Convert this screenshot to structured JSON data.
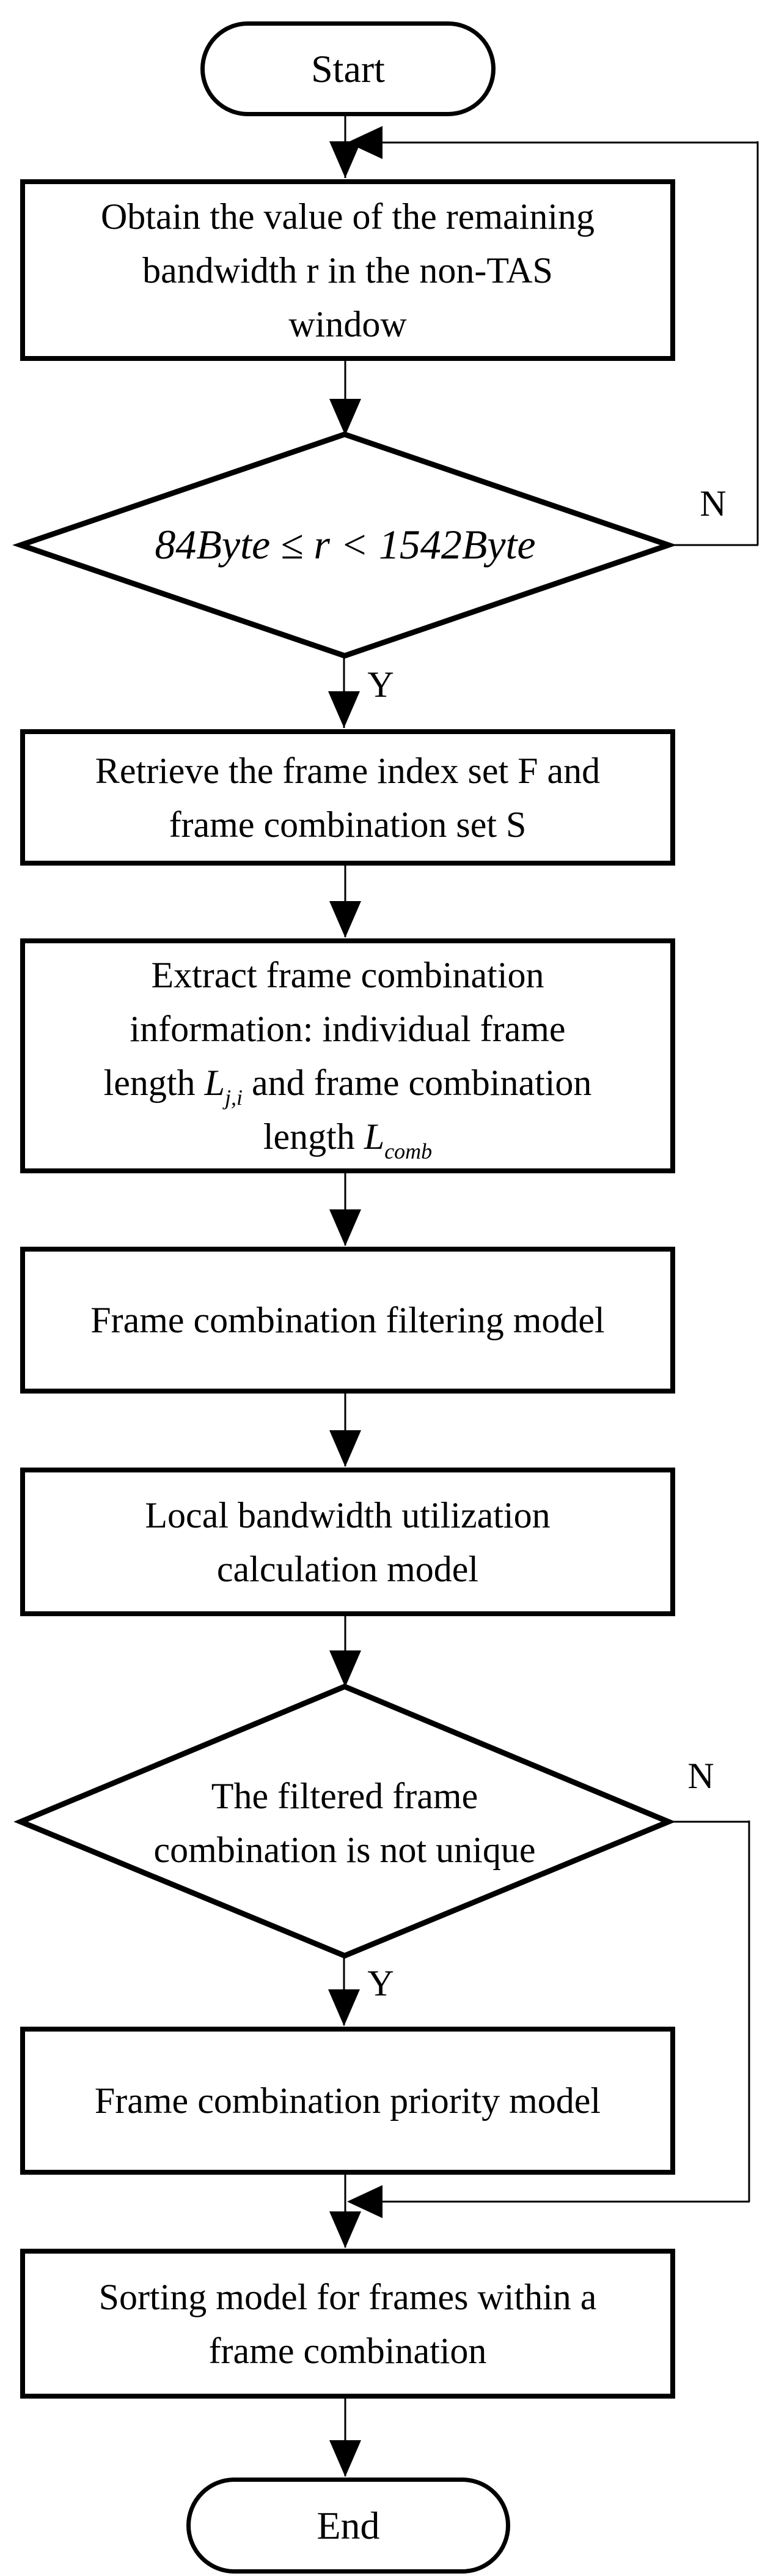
{
  "colors": {
    "line": "#000000",
    "background": "#ffffff"
  },
  "flowchart": {
    "start_label": "Start",
    "end_label": "End",
    "process_obtain": {
      "line1": "Obtain the value of the remaining",
      "line2": "bandwidth r in the non-TAS",
      "line3": "window"
    },
    "decision_bandwidth": {
      "expression": "84Byte ≤ r < 1542Byte",
      "no_label": "N",
      "yes_label": "Y"
    },
    "process_retrieve": {
      "line1": "Retrieve the frame index set F and",
      "line2": "frame combination set S"
    },
    "process_extract": {
      "line1": "Extract frame combination",
      "line2": "information: individual frame",
      "line3_pre": "length ",
      "line3_var": "L",
      "line3_sub": "j,i",
      "line3_post": " and frame combination",
      "line4_pre": "length ",
      "line4_var": "L",
      "line4_sub": "comb"
    },
    "process_filtering": {
      "label": "Frame combination filtering model"
    },
    "process_local": {
      "line1": "Local bandwidth utilization",
      "line2": "calculation model"
    },
    "decision_unique": {
      "line1": "The filtered frame",
      "line2": "combination is not unique",
      "no_label": "N",
      "yes_label": "Y"
    },
    "process_priority": {
      "label": "Frame combination priority model"
    },
    "process_sorting": {
      "line1": "Sorting model for frames within a",
      "line2": "frame combination"
    }
  }
}
